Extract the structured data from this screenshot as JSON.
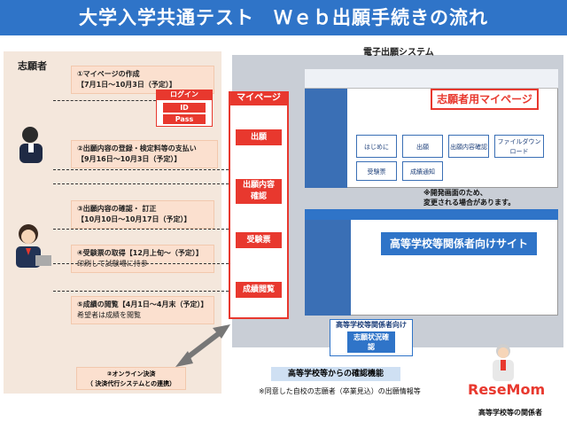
{
  "title": "大学入学共通テスト　Ｗｅｂ出願手続きの流れ",
  "applicant_label": "志願者",
  "system_title": "電子出願システム",
  "steps": [
    {
      "title": "①マイページの作成",
      "sub": "【7月1日～10月3日（予定）】"
    },
    {
      "title": "②出願内容の登録・検定料等の支払い",
      "sub": "【9月16日～10月3日（予定）】"
    },
    {
      "title": "③出願内容の確認・ 訂正",
      "sub": "【10月10日～10月17日（予定）】"
    },
    {
      "title": "④受験票の取得【12月上旬～（予定）】",
      "sub": "印刷して試験場に持参"
    },
    {
      "title": "⑤成績の閲覧【4月1日～4月末（予定）】",
      "sub": "希望者は成績を閲覧"
    }
  ],
  "login": {
    "label": "ログイン",
    "id": "ID",
    "pass": "Pass"
  },
  "mypage": {
    "header": "マイページ",
    "buttons": [
      "出願",
      "出願内容確認",
      "受験票",
      "成績閲覧"
    ]
  },
  "applicant_site": {
    "label": "志願者用マイページ",
    "tiles": [
      "はじめに",
      "出願",
      "出願内容確認",
      "ファイルダウンロード",
      "受験票",
      "成績通知"
    ]
  },
  "dev_note": "※開発画面のため、\n変更される場合があります。",
  "school_site": {
    "label": "高等学校等関係者向けサイト"
  },
  "school_box": {
    "title": "高等学校等関係者向け",
    "button": "志願状況確認"
  },
  "online_payment": "②オンライン決済\n（ 決済代行システムとの連携）",
  "confirm_label": "高等学校等からの確認機能",
  "confirm_note": "※同意した自校の志願者（卒業見込）の出願情報等",
  "school_person": "高等学校等の関係者",
  "watermark": "ReseMom",
  "colors": {
    "header": "#2f74c8",
    "accent": "#e8382e",
    "panel": "#f4e7dc"
  }
}
